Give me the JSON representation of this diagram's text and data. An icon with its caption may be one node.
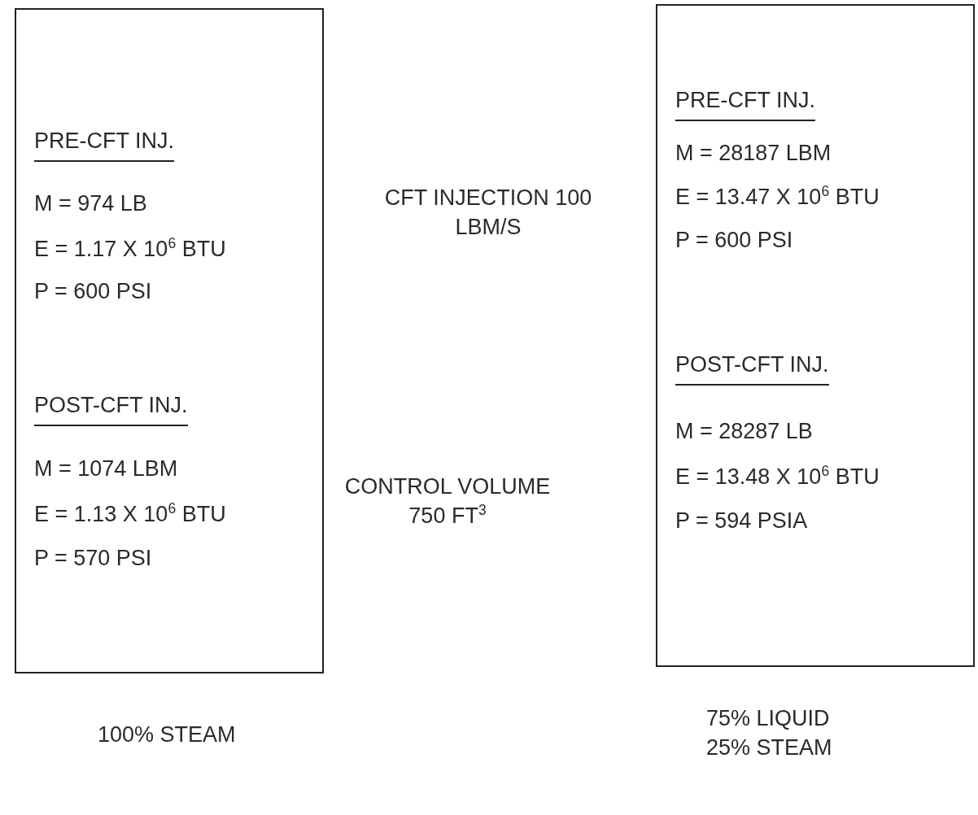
{
  "diagram": {
    "nodes": [
      {
        "text": [
          "PRE-CFT INJ.",
          "M = 974 LB",
          "E = 1.17 X 10$^{6}$ BTU",
          "P = 600 PSI",
          "POST-CFT INJ.",
          "M = 1074 LBM",
          "E = 1.13 X 10$^{6}$ BTU",
          "P = 570 PSI"
        ],
        "beside": [
          "100% STEAM"
        ]
      },
      {
        "text": [
          "PRE-CFT INJ.",
          "M = 28187 LBM",
          "E = 13.47 X 10$^{6}$ BTU",
          "P = 600 PSI",
          "POST-CFT INJ.",
          "M = 28287 LB",
          "E = 13.48 X 10$^{6}$ BTU",
          "P = 594 PSIA"
        ],
        "beside": [
          "75% LIQUID 25% STEAM"
        ]
      }
    ],
    "edges": [],
    "labels": [
      "CFT INJECTION 100 LBM/S",
      "CONTROL VOLUME 750 FT$^{3}$"
    ]
  }
}
